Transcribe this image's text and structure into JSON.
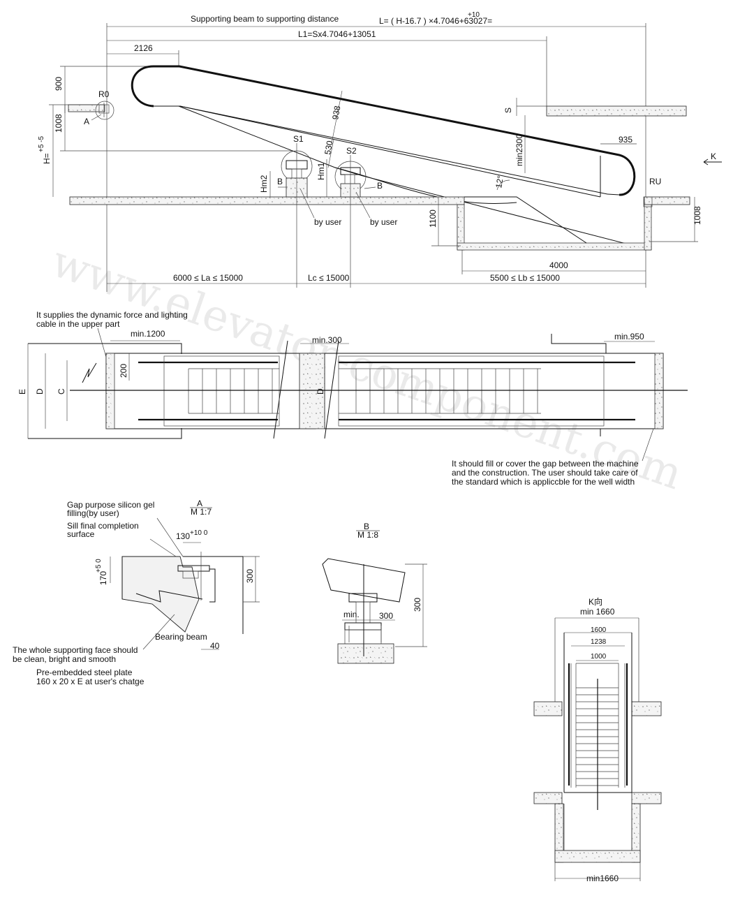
{
  "watermark": "www.elevator-component.com",
  "side_view": {
    "title": "Supporting beam to supporting distance",
    "formula_L": "L= ( H-16.7 ) ×4.7046+63027=",
    "formula_L_tol": "+10",
    "formula_L1": "L1=Sx4.7046+13051",
    "dim_2126": "2126",
    "dim_900": "900",
    "dim_1008_left": "1008",
    "dim_H": "H=",
    "dim_H_tol": "+5 -5",
    "label_R0": "R0",
    "label_A": "A",
    "dim_938": "938",
    "dim_530": "530",
    "label_S1": "S1",
    "label_S2": "S2",
    "label_Hm2": "Hm2",
    "label_Hm1": "Hm1",
    "label_B1": "B",
    "label_B2": "B",
    "label_S": "S",
    "dim_min2300": "min2300",
    "angle": "12°",
    "dim_935": "935",
    "label_RU": "RU",
    "label_K": "K",
    "by_user_1": "by user",
    "by_user_2": "by user",
    "dim_1100": "1100",
    "dim_1008_right": "1008",
    "dim_4000": "4000",
    "range_La": "6000 ≤ La ≤ 15000",
    "range_Lc": "Lc ≤ 15000",
    "range_Lb": "5500 ≤ Lb ≤ 15000"
  },
  "plan_view": {
    "note_top": [
      "It supplies the dynamic force and lighting",
      "cable in the upper part"
    ],
    "dim_min1200": "min.1200",
    "dim_min300": "min.300",
    "dim_min950": "min.950",
    "dim_200": "200",
    "label_E": "E",
    "label_D": "D",
    "label_C": "C",
    "label_D2": "D",
    "note_bottom": [
      "It should fill or cover the gap between the machine",
      "and the construction. The user should take care of",
      "the standard which is appliccble for the well width"
    ]
  },
  "detail_A": {
    "title": "A",
    "scale": "M 1:7",
    "note_gap": [
      "Gap purpose silicon gel",
      "filling(by user)"
    ],
    "note_sill": [
      "Sill final completion",
      "surface"
    ],
    "dim_130": "130",
    "dim_130_tol": "+10 0",
    "dim_170": "170",
    "dim_170_tol": "+5 0",
    "dim_300": "300",
    "label_beam": "Bearing beam",
    "dim_40": "40",
    "note_support": [
      "The whole supporting face should",
      "be clean, bright and smooth"
    ],
    "note_plate": [
      "Pre-embedded steel plate",
      "160 x 20 x E at user's chatge"
    ]
  },
  "detail_B": {
    "title": "B",
    "scale": "M 1:8",
    "dim_300_v": "300",
    "dim_min": "min.",
    "dim_300_h": "300"
  },
  "k_view": {
    "title": "K向",
    "dim_top": "min 1660",
    "dim_1600": "1600",
    "dim_1238": "1238",
    "dim_1000": "1000",
    "dim_bottom": "min1660"
  }
}
